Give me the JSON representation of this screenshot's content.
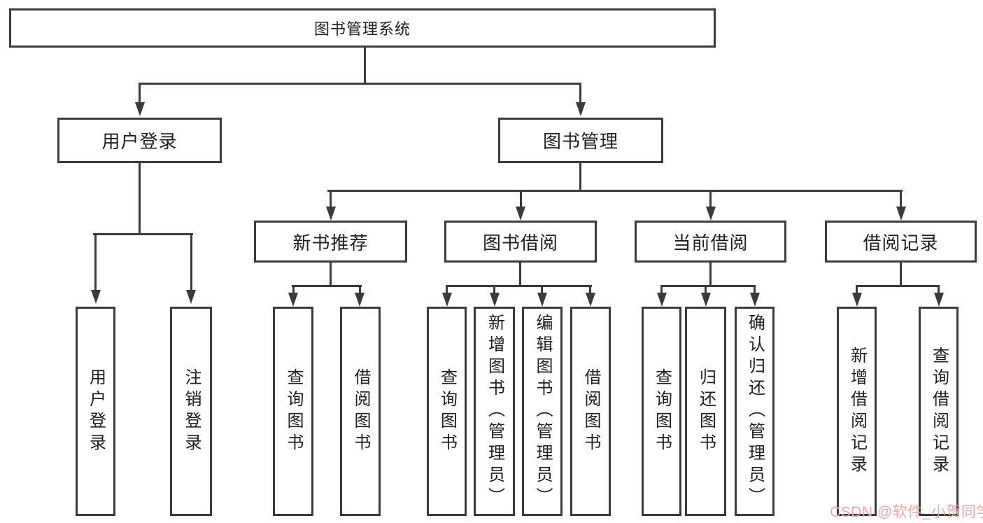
{
  "diagram": {
    "tree": {
      "label": "图书管理系统",
      "children": [
        {
          "label": "用户登录",
          "children": [
            {
              "label": "用户登录"
            },
            {
              "label": "注销登录"
            }
          ]
        },
        {
          "label": "图书管理",
          "children": [
            {
              "label": "新书推荐",
              "children": [
                {
                  "label": "查询图书"
                },
                {
                  "label": "借阅图书"
                }
              ]
            },
            {
              "label": "图书借阅",
              "children": [
                {
                  "label": "查询图书"
                },
                {
                  "label": "新增图书（管理员）"
                },
                {
                  "label": "编辑图书（管理员）"
                },
                {
                  "label": "借阅图书"
                }
              ]
            },
            {
              "label": "当前借阅",
              "children": [
                {
                  "label": "查询图书"
                },
                {
                  "label": "归还图书"
                },
                {
                  "label": "确认归还（管理员）"
                }
              ]
            },
            {
              "label": "借阅记录",
              "children": [
                {
                  "label": "新增借阅记录"
                },
                {
                  "label": "查询借阅记录"
                }
              ]
            }
          ]
        }
      ]
    },
    "colors": {
      "line": "#3b3b3b",
      "box_background": "#ffffff",
      "text": "#1f1f1f",
      "watermark": "#efa8a8"
    }
  },
  "watermark": {
    "text": "CSDN @软件_小贺同学"
  }
}
